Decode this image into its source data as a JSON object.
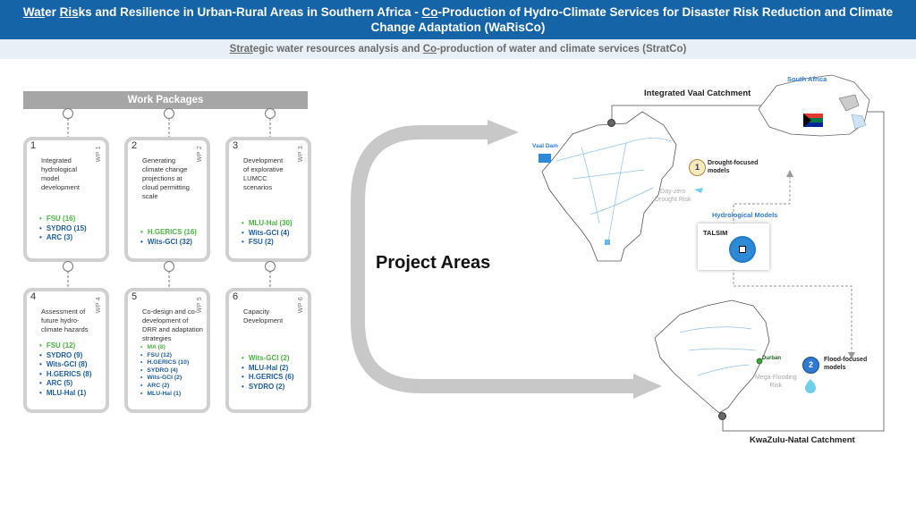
{
  "header": {
    "title_line1_parts": [
      "Wat",
      "er ",
      "Ris",
      "ks and Resilience in Urban-Rural Areas in Southern Africa - ",
      "Co",
      "-Production of Hydro-Climate Services for Disaster Risk Reduction and Climate"
    ],
    "title_line2": "Change Adaptation (WaRisCo)"
  },
  "subheader": {
    "parts": [
      "Strat",
      "egic water resources analysis and ",
      "Co",
      "-production of water and climate services (StratCo)"
    ]
  },
  "work_packages": {
    "title": "Work Packages",
    "cards": [
      {
        "num": "1",
        "wp": "WP 1",
        "desc": [
          "Integrated",
          "hydrological",
          "model",
          "development"
        ],
        "items": [
          {
            "t": "FSU (16)",
            "c": "green"
          },
          {
            "t": "SYDRO (15)",
            "c": "blue"
          },
          {
            "t": "ARC (3)",
            "c": "blue"
          }
        ]
      },
      {
        "num": "2",
        "wp": "WP 2",
        "desc": [
          "Generating",
          "climate change",
          "projections at",
          "cloud permitting",
          "scale"
        ],
        "items": [
          {
            "t": "H.GERICS (16)",
            "c": "green"
          },
          {
            "t": "Wits-GCI (32)",
            "c": "blue"
          }
        ]
      },
      {
        "num": "3",
        "wp": "WP 3",
        "desc": [
          "Development",
          "of explorative",
          "LUMCC",
          "scenarios"
        ],
        "items": [
          {
            "t": "MLU-Hal (30)",
            "c": "green"
          },
          {
            "t": "Wits-GCI (4)",
            "c": "blue"
          },
          {
            "t": "FSU (2)",
            "c": "blue"
          }
        ]
      },
      {
        "num": "4",
        "wp": "WP 4",
        "desc": [
          "Assessment of",
          "future hydro-",
          "climate hazards"
        ],
        "items": [
          {
            "t": "FSU (12)",
            "c": "green"
          },
          {
            "t": "SYDRO (9)",
            "c": "blue"
          },
          {
            "t": "Wits-GCI (8)",
            "c": "blue"
          },
          {
            "t": "H.GERICS (8)",
            "c": "blue"
          },
          {
            "t": "ARC (5)",
            "c": "blue"
          },
          {
            "t": "MLU-Hal (1)",
            "c": "blue"
          }
        ]
      },
      {
        "num": "5",
        "wp": "WP 5",
        "desc": [
          "Co-design and co-",
          "development of",
          "DRR and adaptation",
          "strategies"
        ],
        "items": [
          {
            "t": "MA (8)",
            "c": "green"
          },
          {
            "t": "FSU (12)",
            "c": "blue"
          },
          {
            "t": "H.GERICS (10)",
            "c": "blue"
          },
          {
            "t": "SYDRO (4)",
            "c": "blue"
          },
          {
            "t": "Wits-GCI (2)",
            "c": "blue"
          },
          {
            "t": "ARC (2)",
            "c": "blue"
          },
          {
            "t": "MLU-Hal (1)",
            "c": "blue"
          }
        ]
      },
      {
        "num": "6",
        "wp": "WP 6",
        "desc": [
          "Capacity",
          "Development"
        ],
        "items": [
          {
            "t": "Wits-GCI (2)",
            "c": "green"
          },
          {
            "t": "MLU-Hal (2)",
            "c": "blue"
          },
          {
            "t": "H.GERICS (6)",
            "c": "blue"
          },
          {
            "t": "SYDRO (2)",
            "c": "blue"
          }
        ]
      }
    ]
  },
  "project_areas": {
    "title": "Project Areas",
    "vaal_title": "Integrated  Vaal Catchment",
    "south_africa": "South Africa",
    "vaal_dam": "Vaal Dam",
    "day_zero": [
      "Day-zero",
      "Drought Risk"
    ],
    "drought_num": "1",
    "drought_label": [
      "Drought-focused",
      "models"
    ],
    "hydro_models": "Hydrological Models",
    "talsim": "TALSIM",
    "flood_num": "2",
    "flood_label": [
      "Flood-focused",
      "models"
    ],
    "durban": "Durban",
    "mega_flood": [
      "Mega-Flooding",
      "Risk"
    ],
    "kzn_title": "KwaZulu-Natal Catchment"
  },
  "colors": {
    "header_bg": "#1564a8",
    "green": "#4bb543",
    "blue": "#1e5d9c",
    "accent": "#2f7bd1"
  }
}
